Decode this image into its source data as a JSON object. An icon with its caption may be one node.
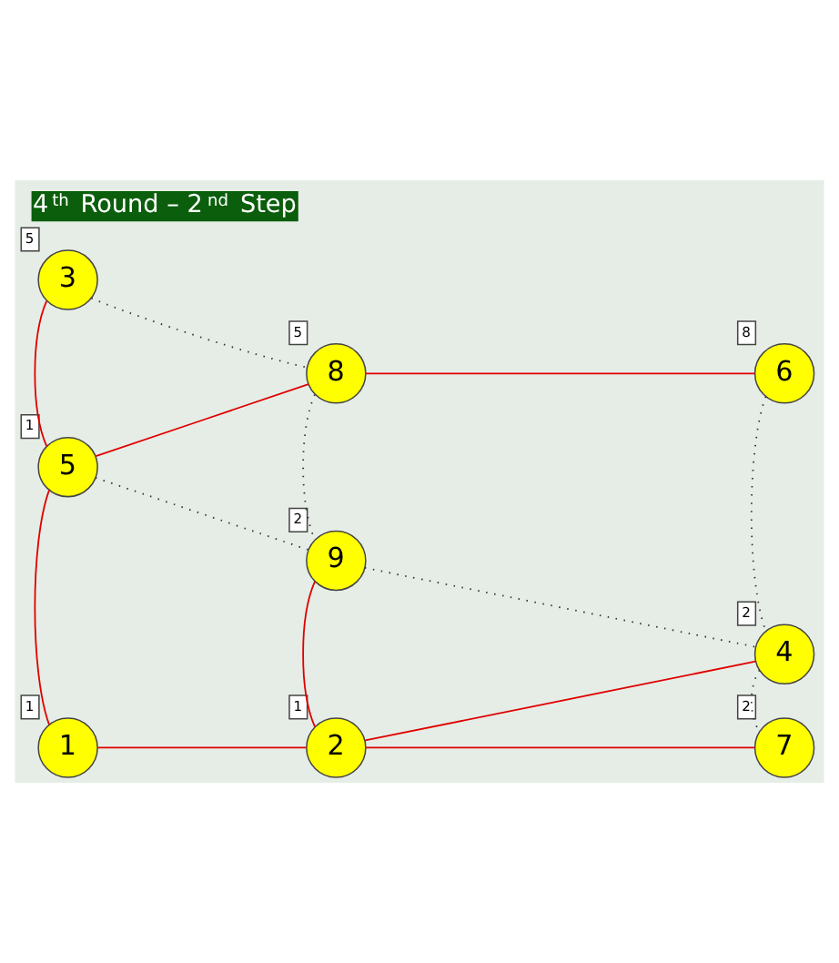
{
  "diagram": {
    "title": "4$^{th}$ Round – 2$^{nd}$ Step",
    "nodes": [
      {
        "text": [
          "3"
        ],
        "beside": [
          "5"
        ]
      },
      {
        "text": [
          "8"
        ],
        "beside": [
          "5"
        ]
      },
      {
        "text": [
          "6"
        ],
        "beside": [
          "8"
        ]
      },
      {
        "text": [
          "5"
        ],
        "beside": [
          "1"
        ]
      },
      {
        "text": [
          "9"
        ],
        "beside": [
          "2"
        ]
      },
      {
        "text": [
          "4"
        ],
        "beside": [
          "2"
        ]
      },
      {
        "text": [
          "1"
        ],
        "beside": [
          "1"
        ]
      },
      {
        "text": [
          "2"
        ],
        "beside": [
          "1"
        ]
      },
      {
        "text": [
          "7"
        ],
        "beside": [
          "2"
        ]
      }
    ],
    "edges": [
      {
        "from": 0,
        "to": 3,
        "arrow": "none"
      },
      {
        "from": 3,
        "to": 6,
        "arrow": "none"
      },
      {
        "from": 6,
        "to": 7,
        "arrow": "none"
      },
      {
        "from": 7,
        "to": 8,
        "arrow": "none"
      },
      {
        "from": 3,
        "to": 1,
        "arrow": "none"
      },
      {
        "from": 1,
        "to": 2,
        "arrow": "none"
      },
      {
        "from": 4,
        "to": 7,
        "arrow": "none"
      },
      {
        "from": 7,
        "to": 5,
        "arrow": "none"
      },
      {
        "from": 0,
        "to": 1,
        "arrow": "none",
        "style": "dashed",
        "color": "#333333"
      },
      {
        "from": 1,
        "to": 4,
        "arrow": "none",
        "style": "dashed",
        "color": "#333333"
      },
      {
        "from": 3,
        "to": 4,
        "arrow": "none",
        "style": "dashed",
        "color": "#333333"
      },
      {
        "from": 4,
        "to": 5,
        "arrow": "none",
        "style": "dashed",
        "color": "#333333"
      },
      {
        "from": 2,
        "to": 5,
        "arrow": "none",
        "style": "dashed",
        "color": "#333333"
      },
      {
        "from": 5,
        "to": 8,
        "arrow": "none",
        "style": "dashed",
        "color": "#333333"
      }
    ]
  }
}
